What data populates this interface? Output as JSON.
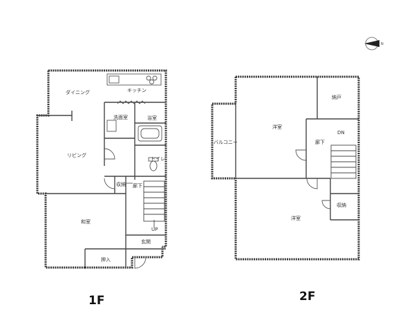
{
  "compass": {
    "label": "N",
    "icon": "north-arrow-icon"
  },
  "floor1": {
    "label": "1F",
    "rooms": {
      "dining": "ダイニング",
      "kitchen": "キッチン",
      "living": "リビング",
      "washroom": "洗面室",
      "bath": "浴室",
      "toilet": "トイレ",
      "storage": "収納",
      "hallway": "廊下",
      "japanese_room": "和室",
      "up": "UP",
      "entrance": "玄関",
      "closet": "押入"
    }
  },
  "floor2": {
    "label": "2F",
    "rooms": {
      "western_room_north": "洋室",
      "storeroom": "納戸",
      "dn": "DN",
      "balcony": "バルコニー",
      "hallway": "廊下",
      "storage": "収納",
      "western_room_south": "洋室"
    }
  }
}
